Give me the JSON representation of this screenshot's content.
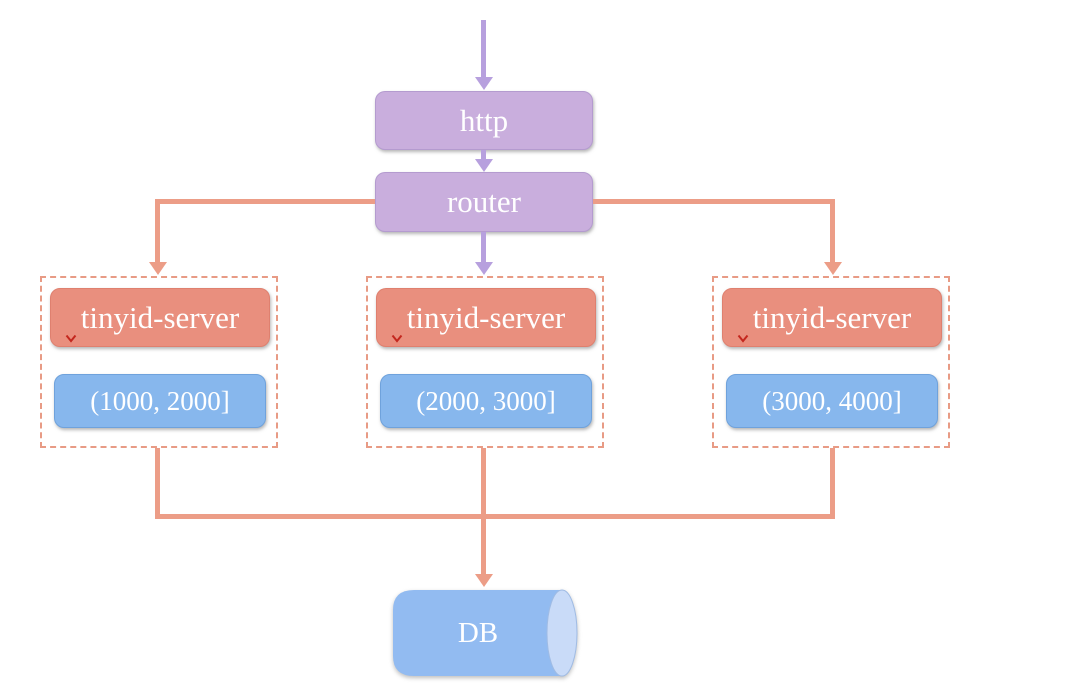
{
  "colors": {
    "purple_fill": "#C9AEDD",
    "purple_line": "#B7A0DE",
    "salmon_fill": "#E98F7E",
    "salmon_line": "#EC9D87",
    "dashed_border": "#E89B85",
    "blue_fill": "#87B7ED",
    "db_body": "#92BBF1",
    "db_cap": "#C9DBF8",
    "spellcheck_red": "#C4271E",
    "text": "#FFFFFF"
  },
  "nodes": {
    "http": {
      "label": "http"
    },
    "router": {
      "label": "router"
    },
    "server_groups": [
      {
        "server_label": "tinyid-server",
        "segment_range": "(1000, 2000]"
      },
      {
        "server_label": "tinyid-server",
        "segment_range": "(2000, 3000]"
      },
      {
        "server_label": "tinyid-server",
        "segment_range": "(3000, 4000]"
      }
    ],
    "db": {
      "label": "DB"
    }
  },
  "edges": [
    {
      "from": "external",
      "to": "http",
      "color": "purple",
      "arrow": "down"
    },
    {
      "from": "http",
      "to": "router",
      "color": "purple",
      "arrow": "down"
    },
    {
      "from": "router",
      "to": "tinyid-server-1",
      "color": "salmon",
      "arrow": "down"
    },
    {
      "from": "router",
      "to": "tinyid-server-2",
      "color": "purple",
      "arrow": "down"
    },
    {
      "from": "router",
      "to": "tinyid-server-3",
      "color": "salmon",
      "arrow": "down"
    },
    {
      "from": "tinyid-server-1",
      "to": "db",
      "color": "salmon",
      "arrow": "down"
    },
    {
      "from": "tinyid-server-2",
      "to": "db",
      "color": "salmon",
      "arrow": "down"
    },
    {
      "from": "tinyid-server-3",
      "to": "db",
      "color": "salmon",
      "arrow": "down"
    }
  ]
}
